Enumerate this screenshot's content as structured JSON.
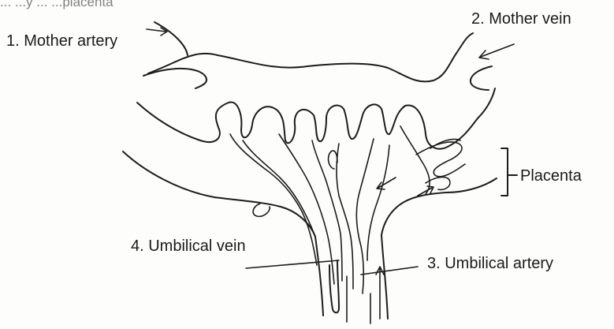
{
  "header_text": "... ...y ... ...placenta",
  "labels": {
    "mother_artery": "1. Mother artery",
    "mother_vein": "2. Mother vein",
    "umbilical_artery": "3. Umbilical artery",
    "umbilical_vein": "4. Umbilical vein",
    "placenta": "Placenta"
  }
}
